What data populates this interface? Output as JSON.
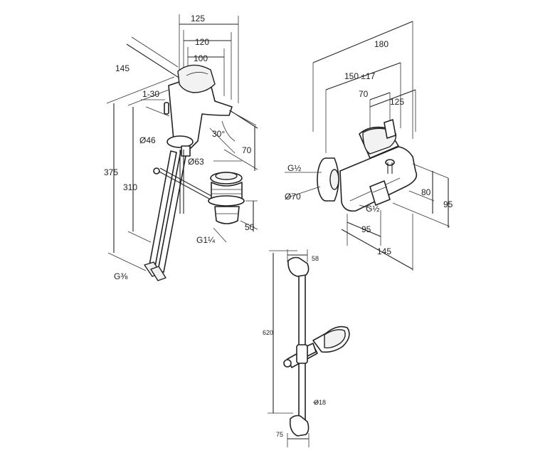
{
  "basin_mixer": {
    "dims": {
      "d125": "125",
      "d120": "120",
      "d100": "100",
      "d145": "145",
      "d1_30": "1-30",
      "d30deg": "30°",
      "dia46": "Ø46",
      "d70": "70",
      "dia63": "Ø63",
      "d375": "375",
      "d310": "310",
      "d50": "50",
      "g1_1_4": "G1¼",
      "g3_8": "G⅜"
    }
  },
  "bath_mixer": {
    "dims": {
      "d180": "180",
      "d150": "150 ±17",
      "d70": "70",
      "d125": "125",
      "g1_2_top": "G½",
      "dia70": "Ø70",
      "g1_2_bottom": "G½",
      "d80": "80",
      "d95_right": "95",
      "d95_bottom": "95",
      "d145": "145"
    }
  },
  "shower_rail": {
    "dims": {
      "d58": "58",
      "d620": "620",
      "dia18": "Ø18",
      "d75": "75"
    }
  }
}
